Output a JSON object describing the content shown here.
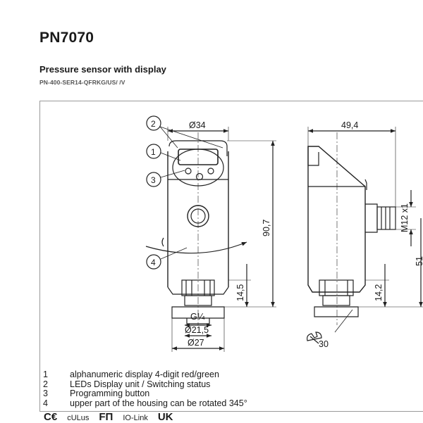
{
  "header": {
    "title": "PN7070",
    "subtitle": "Pressure sensor with display",
    "article_code": "PN-400-SER14-QFRKG/US/     /V"
  },
  "drawing": {
    "front_dims": {
      "diameter_top": "Ø34",
      "height": "90,7",
      "thread_len": "14,5",
      "thread": "G¼",
      "diameter_mid": "Ø21,5",
      "diameter_bottom": "Ø27"
    },
    "side_dims": {
      "width": "49,4",
      "connector": "M12 x1",
      "thread_len": "14,2",
      "side_height": "51",
      "wrench": "30"
    },
    "callouts": [
      "1",
      "2",
      "3",
      "4"
    ]
  },
  "legend": [
    {
      "num": "1",
      "text": "alphanumeric display 4-digit red/green"
    },
    {
      "num": "2",
      "text": "LEDs Display unit / Switching status"
    },
    {
      "num": "3",
      "text": "Programming button"
    },
    {
      "num": "4",
      "text": "upper part of the housing can be rotated  345°"
    }
  ],
  "certifications": [
    "C€",
    "cULus",
    "FΠ",
    "IO-Link",
    "UK"
  ]
}
